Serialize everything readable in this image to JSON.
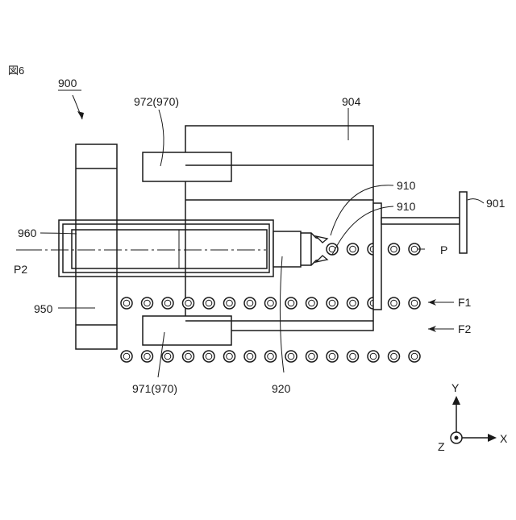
{
  "figure": {
    "label": "図6",
    "assembly_ref": "900"
  },
  "labels": {
    "l972": "972(970)",
    "l904": "904",
    "l910a": "910",
    "l910b": "910",
    "l901": "901",
    "l960": "960",
    "lP2": "P2",
    "lP": "P",
    "l950": "950",
    "lF1": "F1",
    "lF2": "F2",
    "l971": "971(970)",
    "l920": "920"
  },
  "axes": {
    "x": "X",
    "y": "Y",
    "z": "Z"
  },
  "rollers": {
    "upper_row_count": 15,
    "lower_row_count": 15,
    "right_group_count": 5
  }
}
